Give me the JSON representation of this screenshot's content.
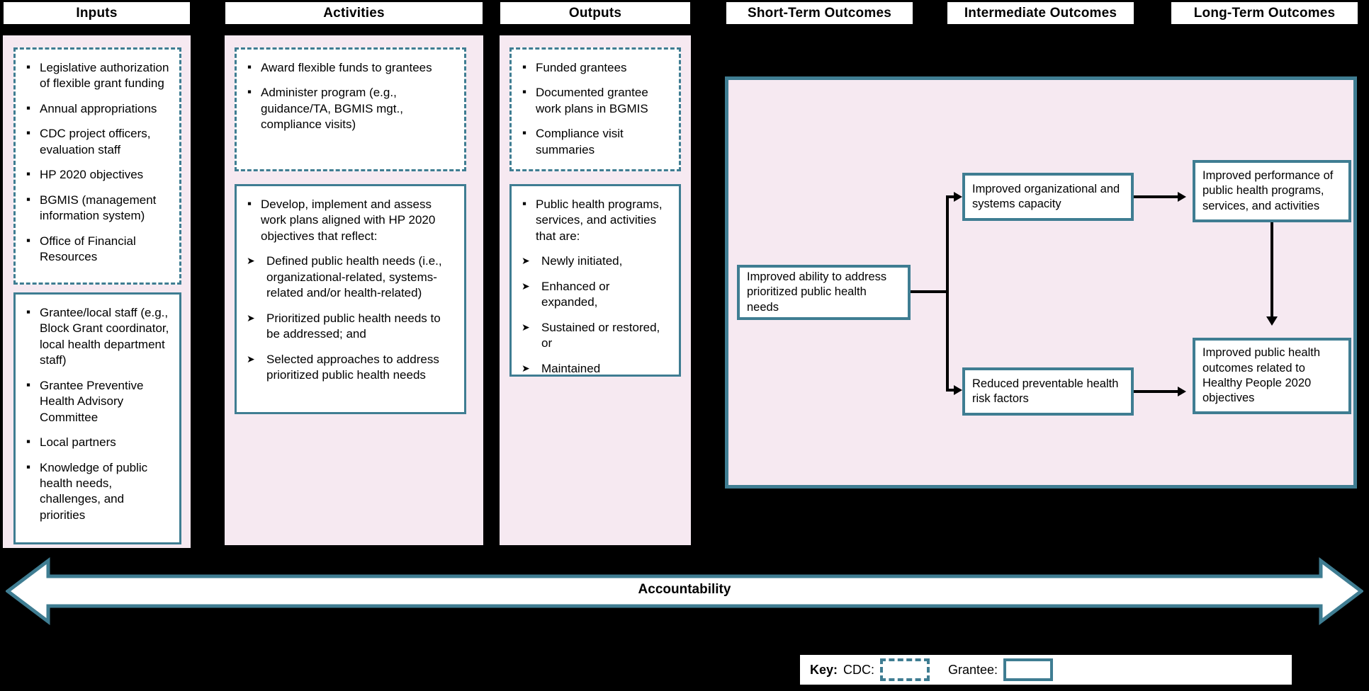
{
  "theme": {
    "accent_teal": "#3f7d92",
    "panel_pink": "#f6e9f1",
    "background": "#000000",
    "box_fill": "#ffffff"
  },
  "columns": {
    "inputs": {
      "header": "Inputs",
      "cdc_box": {
        "owner": "CDC",
        "items": [
          "Legislative authorization of flexible grant funding",
          "Annual appropriations",
          "CDC project officers, evaluation staff",
          "HP 2020 objectives",
          "BGMIS (management information system)",
          "Office of Financial Resources"
        ]
      },
      "grantee_box": {
        "owner": "Grantee",
        "items": [
          "Grantee/local staff (e.g., Block Grant coordinator, local health department staff)",
          "Grantee Preventive Health Advisory Committee",
          "Local partners",
          "Knowledge of public health needs, challenges, and priorities"
        ]
      }
    },
    "activities": {
      "header": "Activities",
      "cdc_box": {
        "owner": "CDC",
        "items": [
          "Award flexible funds to grantees",
          "Administer program (e.g., guidance/TA, BGMIS mgt., compliance visits)"
        ]
      },
      "grantee_box": {
        "owner": "Grantee",
        "lead": "Develop, implement and assess work plans aligned with HP 2020 objectives that reflect:",
        "subitems": [
          "Defined public health needs (i.e., organizational-related, systems-related and/or health-related)",
          "Prioritized public health needs to be addressed; and",
          "Selected approaches to address prioritized public health needs"
        ]
      }
    },
    "outputs": {
      "header": "Outputs",
      "cdc_box": {
        "owner": "CDC",
        "items": [
          "Funded grantees",
          "Documented grantee work plans in BGMIS",
          "Compliance visit summaries"
        ]
      },
      "grantee_box": {
        "owner": "Grantee",
        "lead": "Public health programs, services, and activities that are:",
        "subitems": [
          "Newly initiated,",
          "Enhanced or expanded,",
          "Sustained or restored, or",
          "Maintained"
        ]
      }
    }
  },
  "outcome_headers": {
    "short_term": "Short-Term Outcomes",
    "intermediate": "Intermediate Outcomes",
    "long_term": "Long-Term Outcomes"
  },
  "outcomes": {
    "short_term": "Improved ability to address prioritized public health needs",
    "intermediate_top": "Improved organizational and systems capacity",
    "intermediate_bottom": "Reduced preventable health risk factors",
    "long_term_top": "Improved performance of public health programs, services, and activities",
    "long_term_bottom": "Improved public health outcomes related to Healthy People 2020 objectives"
  },
  "accountability": {
    "label": "Accountability"
  },
  "key": {
    "title": "Key:",
    "cdc_label": "CDC:",
    "grantee_label": "Grantee:"
  }
}
